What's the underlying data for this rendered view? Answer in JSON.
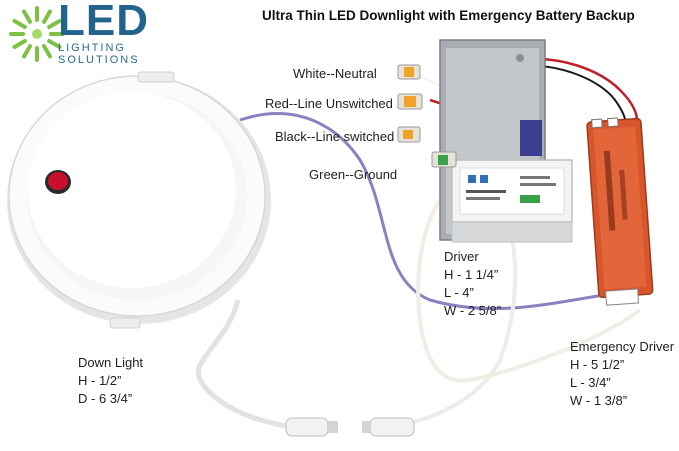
{
  "title": "Ultra Thin LED Downlight with Emergency Battery Backup",
  "logo": {
    "brand": "LED",
    "line1": "LIGHTING",
    "line2": "SOLUTIONS",
    "burst_color": "#7cc142",
    "text_color": "#23648d"
  },
  "wire_labels": {
    "white": "White--Neutral",
    "red": "Red--Line Unswitched",
    "black": "Black--Line switched",
    "green": "Green--Ground"
  },
  "components": {
    "down_light": {
      "name": "Down Light",
      "h": "H - 1/2”",
      "d": "D - 6 3/4”"
    },
    "driver": {
      "name": "Driver",
      "h": "H - 1 1/4”",
      "l": "L - 4”",
      "w": "W - 2 5/8”"
    },
    "emergency_driver": {
      "name": "Emergency Driver",
      "h": "H - 5 1/2”",
      "l": "L - 3/4”",
      "w": "W - 1 3/8”"
    }
  },
  "colors": {
    "emergency_driver_body": "#d9552a",
    "indicator_button": "#c8102e",
    "wire_red": "#c0202a",
    "wire_black": "#1a1a1a",
    "wire_purple": "#8f7fc0"
  }
}
